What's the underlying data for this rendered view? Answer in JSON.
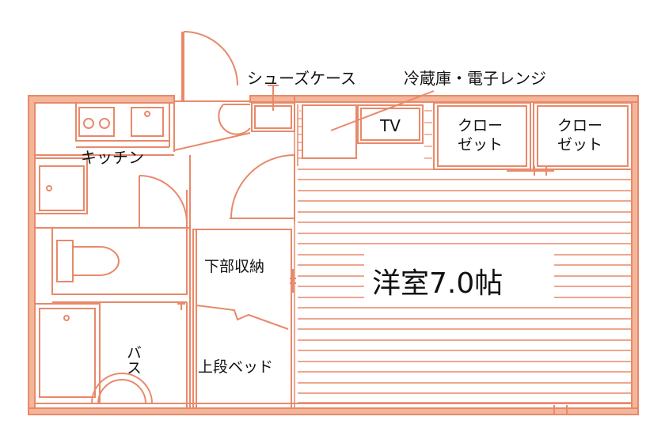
{
  "colors": {
    "wall": "#E8896A",
    "wall_fill": "#F4B69A",
    "line": "#E8896A",
    "background": "#FFFFFF",
    "text": "#111111"
  },
  "labels": {
    "shoe_case": "シューズケース",
    "fridge_microwave": "冷蔵庫・電子レンジ",
    "tv": "TV",
    "closet_1_line1": "クロー",
    "closet_1_line2": "ゼット",
    "closet_2_line1": "クロー",
    "closet_2_line2": "ゼット",
    "kitchen": "キッチン",
    "lower_storage": "下部収納",
    "upper_bed": "上段ベッド",
    "bath": "バス",
    "western_room": "洋室7.0帖"
  }
}
